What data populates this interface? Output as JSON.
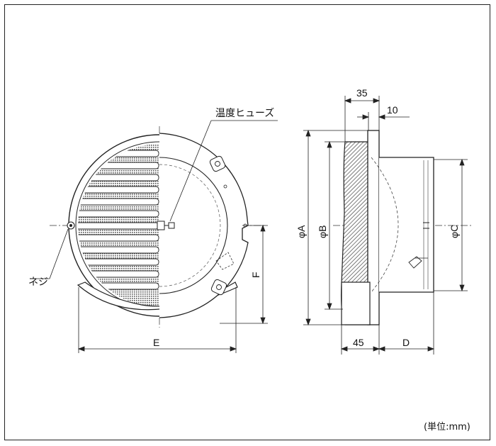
{
  "labels": {
    "temperature_fuse": "温度ヒューズ",
    "screw": "ネジ",
    "dim_E": "E",
    "dim_F": "F",
    "dim_phiA": "φA",
    "dim_phiB": "φB",
    "dim_phiC": "φC",
    "dim_35": "35",
    "dim_10": "10",
    "dim_45": "45",
    "dim_D": "D",
    "unit_note": "(単位:mm)"
  }
}
